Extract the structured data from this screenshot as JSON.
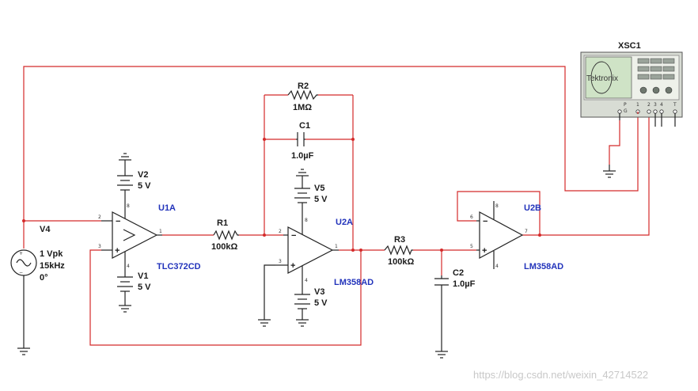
{
  "components": {
    "opamp_u1a": {
      "ref": "U1A",
      "part": "TLC372CD"
    },
    "opamp_u2a": {
      "ref": "U2A",
      "part": "LM358AD"
    },
    "opamp_u2b": {
      "ref": "U2B",
      "part": "LM358AD"
    },
    "r1": {
      "ref": "R1",
      "value": "100kΩ"
    },
    "r2": {
      "ref": "R2",
      "value": "1MΩ"
    },
    "r3": {
      "ref": "R3",
      "value": "100kΩ"
    },
    "c1": {
      "ref": "C1",
      "value": "1.0µF"
    },
    "c2": {
      "ref": "C2",
      "value": "1.0µF"
    },
    "v1": {
      "ref": "V1",
      "value": "5 V"
    },
    "v2": {
      "ref": "V2",
      "value": "5 V"
    },
    "v3": {
      "ref": "V3",
      "value": "5 V"
    },
    "v5": {
      "ref": "V5",
      "value": "5 V"
    },
    "v4": {
      "ref": "V4",
      "amplitude": "1 Vpk",
      "frequency": "15kHz",
      "phase": "0°"
    },
    "xsc1": {
      "ref": "XSC1",
      "brand": "Tektronix",
      "pins": [
        "P",
        "G",
        "1",
        "2",
        "3",
        "4",
        "T"
      ]
    }
  },
  "watermark": "https://blog.csdn.net/weixin_42714522",
  "colors": {
    "wire": "#d42a2a",
    "symbol": "#222222",
    "refdes": "#2233bb",
    "scope_body": "#d8dcd4",
    "scope_screen": "#cfe3c6"
  }
}
